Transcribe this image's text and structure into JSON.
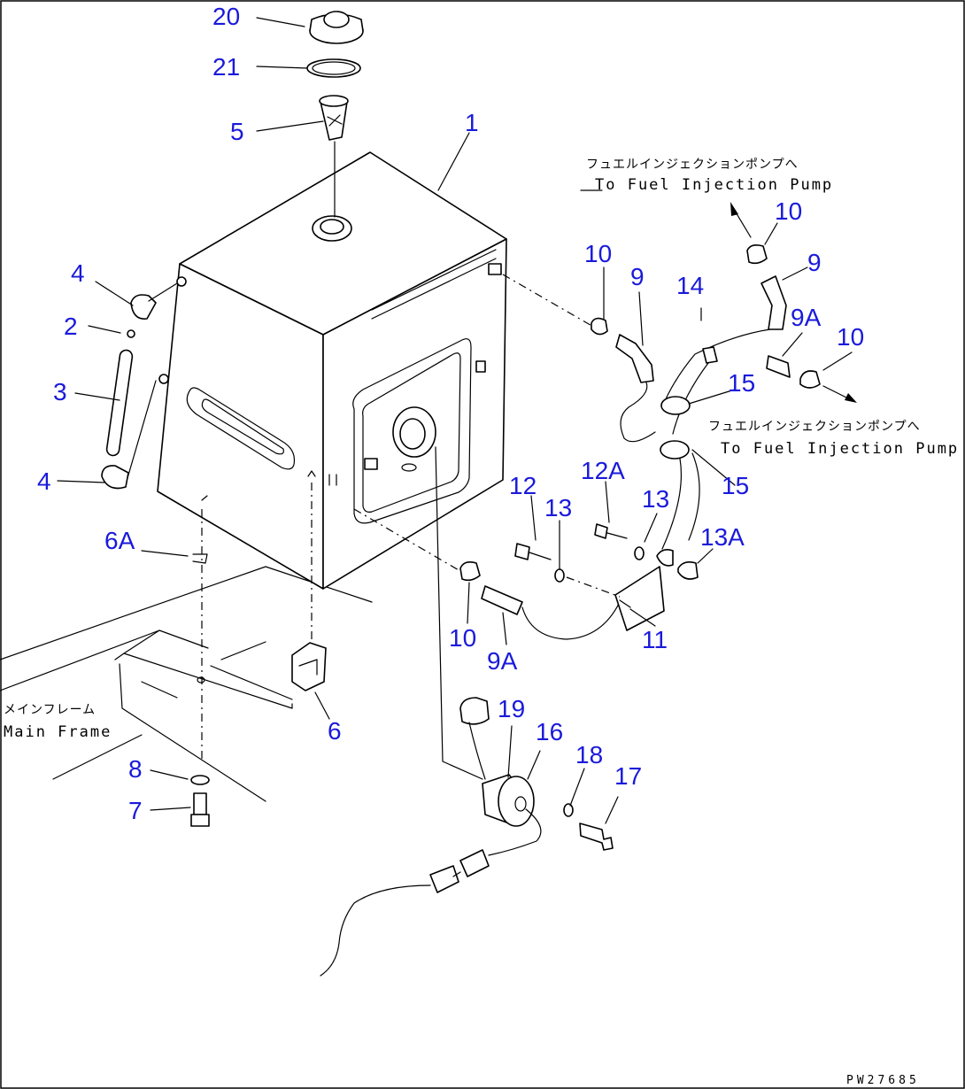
{
  "callouts": {
    "c20": "20",
    "c21": "21",
    "c5": "5",
    "c1": "1",
    "c4a": "4",
    "c2": "2",
    "c3": "3",
    "c4b": "4",
    "c6a": "6A",
    "c6": "6",
    "c8": "8",
    "c7": "7",
    "c10a": "10",
    "c9a": "9",
    "c14": "14",
    "c10b": "10",
    "c9b": "9",
    "c9Aa": "9A",
    "c10c": "10",
    "c15a": "15",
    "c15b": "15",
    "c12": "12",
    "c13a": "13",
    "c12A": "12A",
    "c13b": "13",
    "c13A": "13A",
    "c10d": "10",
    "c9Ab": "9A",
    "c11": "11",
    "c19": "19",
    "c16": "16",
    "c18": "18",
    "c17": "17"
  },
  "notes": {
    "to_pump_top_jp": "フュエルインジェクションポンプへ",
    "to_pump_top_en": "To Fuel Injection Pump",
    "to_pump_right_jp": "フュエルインジェクションポンプへ",
    "to_pump_right_en": "To Fuel Injection Pump",
    "main_frame_jp": "メインフレーム",
    "main_frame_en": "Main Frame"
  },
  "drawing_code": "PW27685",
  "colors": {
    "callout": "#1a1adb",
    "line": "#000000",
    "background": "#ffffff"
  }
}
